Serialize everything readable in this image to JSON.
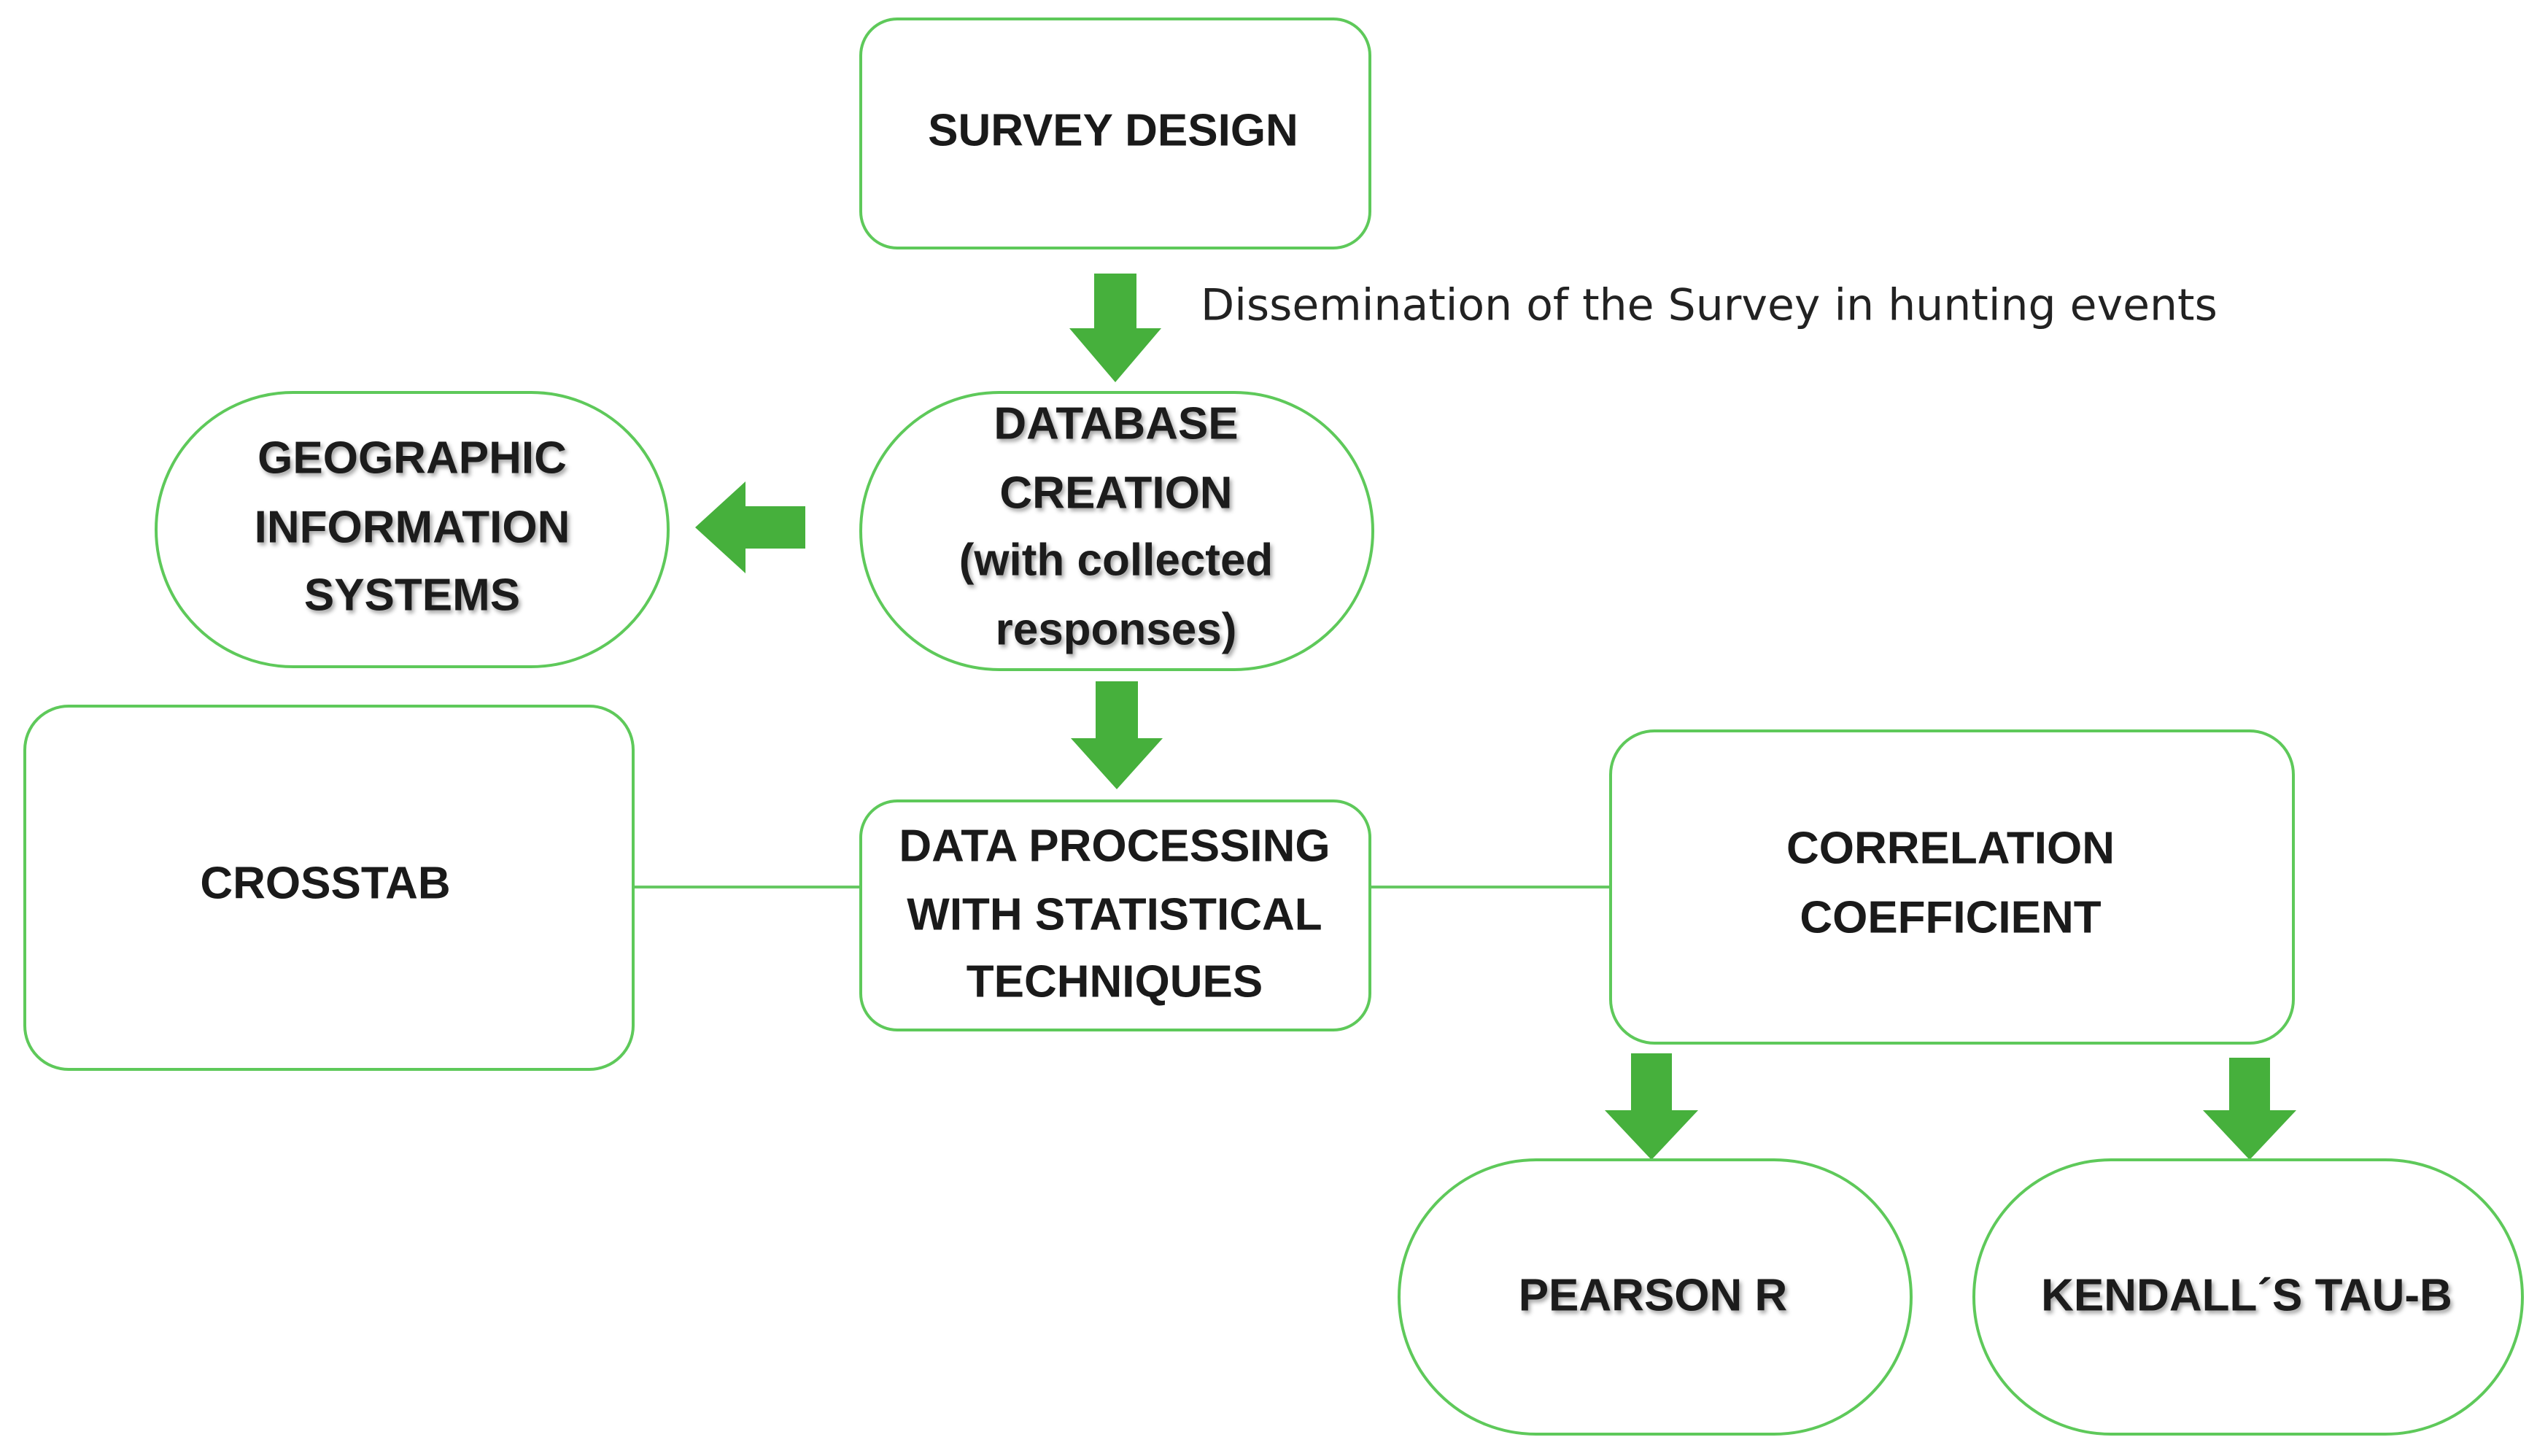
{
  "nodes": {
    "survey_design": "SURVEY DESIGN",
    "database_creation": [
      "DATABASE",
      "CREATION",
      "(with collected",
      "responses)"
    ],
    "geographic_information_systems": [
      "GEOGRAPHIC",
      "INFORMATION",
      "SYSTEMS"
    ],
    "crosstab": "CROSSTAB",
    "data_processing": [
      "DATA PROCESSING",
      "WITH STATISTICAL",
      "TECHNIQUES"
    ],
    "correlation_coefficient": [
      "CORRELATION",
      "COEFFICIENT"
    ],
    "pearson_r": "PEARSON R",
    "kendalls_tau_b": "KENDALL´S TAU-B"
  },
  "annotations": {
    "dissemination": "Dissemination of the Survey in hunting events"
  },
  "colors": {
    "box_border": "#5ec95a",
    "arrow": "#46b03c",
    "connector": "#66c862",
    "text": "#1a1a1a"
  }
}
